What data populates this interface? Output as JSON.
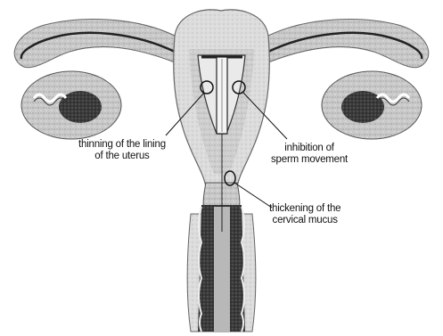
{
  "labels": {
    "lining": {
      "line1": "thinning of the lining",
      "line2": "of the uterus"
    },
    "sperm": {
      "line1": "inhibition of",
      "line2": "sperm movement"
    },
    "mucus": {
      "line1": "thickening of the",
      "line2": "cervical mucus"
    }
  }
}
